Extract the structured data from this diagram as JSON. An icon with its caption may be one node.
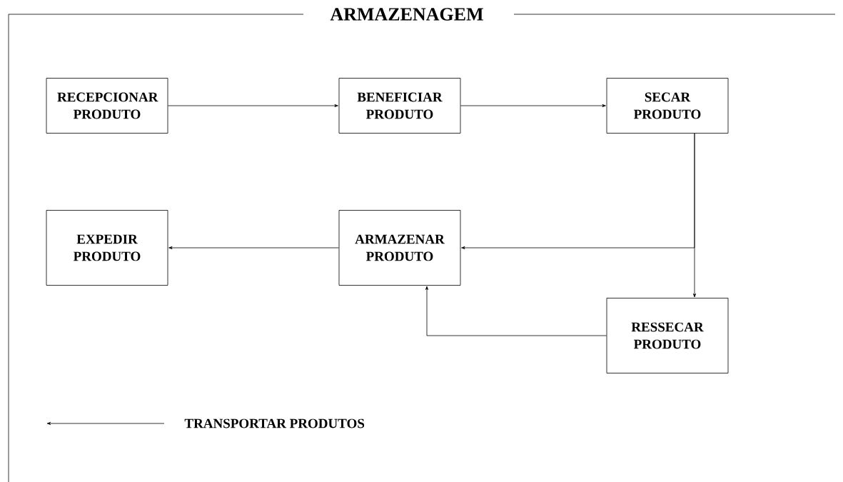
{
  "diagram": {
    "nodes": [
      {
        "text": [
          "ARMAZENAGEM"
        ]
      },
      {
        "text": [
          "RECEPCIONAR PRODUTO"
        ],
        "in": 0
      },
      {
        "text": [
          "BENEFICIAR PRODUTO"
        ],
        "in": 0
      },
      {
        "text": [
          "SECAR PRODUTO"
        ],
        "in": 0
      },
      {
        "text": [
          "EXPEDIR PRODUTO"
        ],
        "in": 0
      },
      {
        "text": [
          "ARMAZENAR PRODUTO"
        ],
        "in": 0
      },
      {
        "text": [
          "RESSECAR PRODUTO"
        ],
        "in": 0
      }
    ],
    "edges": [
      {
        "from": 1,
        "to": 2,
        "arrow": "to"
      },
      {
        "from": 2,
        "to": 3,
        "arrow": "to"
      },
      {
        "from": 3,
        "to": 5,
        "arrow": "to"
      },
      {
        "from": 3,
        "to": 6,
        "arrow": "to"
      },
      {
        "from": 5,
        "to": 4,
        "arrow": "to"
      },
      {
        "from": 6,
        "to": 5,
        "arrow": "to"
      }
    ],
    "legend": [
      {
        "text": "TRANSPORTAR PRODUTOS"
      }
    ]
  }
}
